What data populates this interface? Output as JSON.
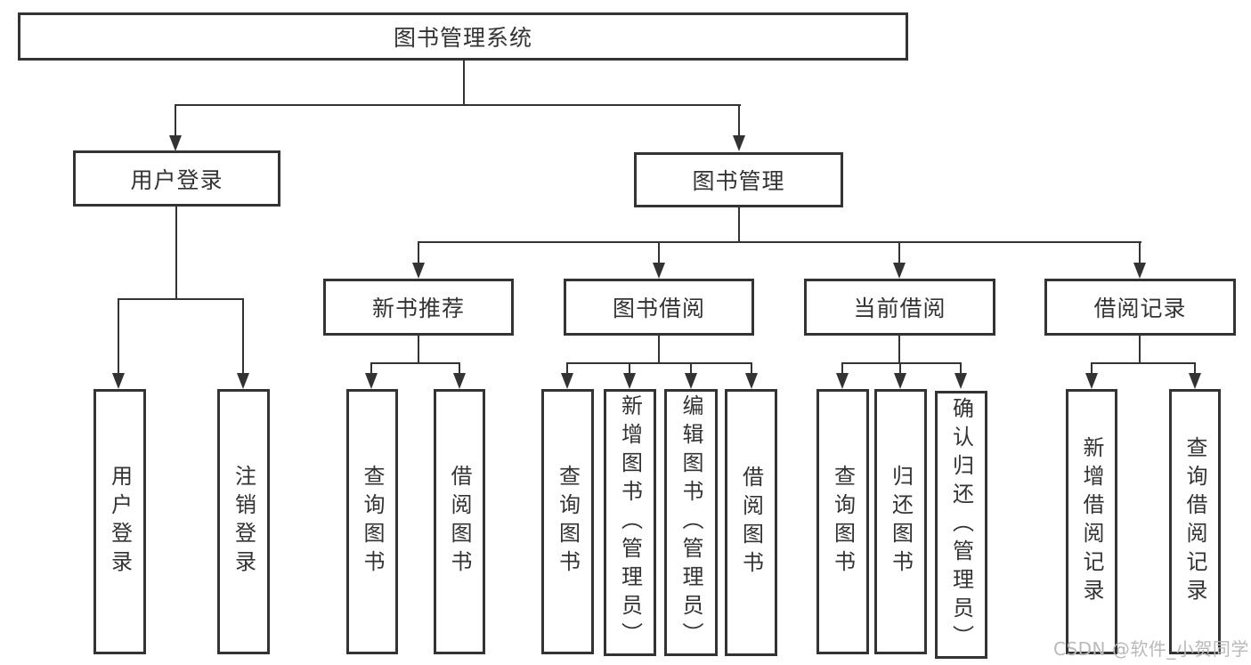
{
  "tree": {
    "label": "图书管理系统",
    "children": [
      {
        "label": "用户登录",
        "children": [
          {
            "label": "用户登录"
          },
          {
            "label": "注销登录"
          }
        ]
      },
      {
        "label": "图书管理",
        "children": [
          {
            "label": "新书推荐",
            "children": [
              {
                "label": "查询图书"
              },
              {
                "label": "借阅图书"
              }
            ]
          },
          {
            "label": "图书借阅",
            "children": [
              {
                "label": "查询图书"
              },
              {
                "label": "新增图书（管理员）"
              },
              {
                "label": "编辑图书（管理员）"
              },
              {
                "label": "借阅图书"
              }
            ]
          },
          {
            "label": "当前借阅",
            "children": [
              {
                "label": "查询图书"
              },
              {
                "label": "归还图书"
              },
              {
                "label": "确认归还（管理员）"
              }
            ]
          },
          {
            "label": "借阅记录",
            "children": [
              {
                "label": "新增借阅记录"
              },
              {
                "label": "查询借阅记录"
              }
            ]
          }
        ]
      }
    ]
  },
  "watermark": {
    "text": "CSDN @软件_小贺同学"
  },
  "colors": {
    "line": "#333333",
    "text": "#333333",
    "watermark": "#b9b9b9",
    "background": "#ffffff"
  }
}
